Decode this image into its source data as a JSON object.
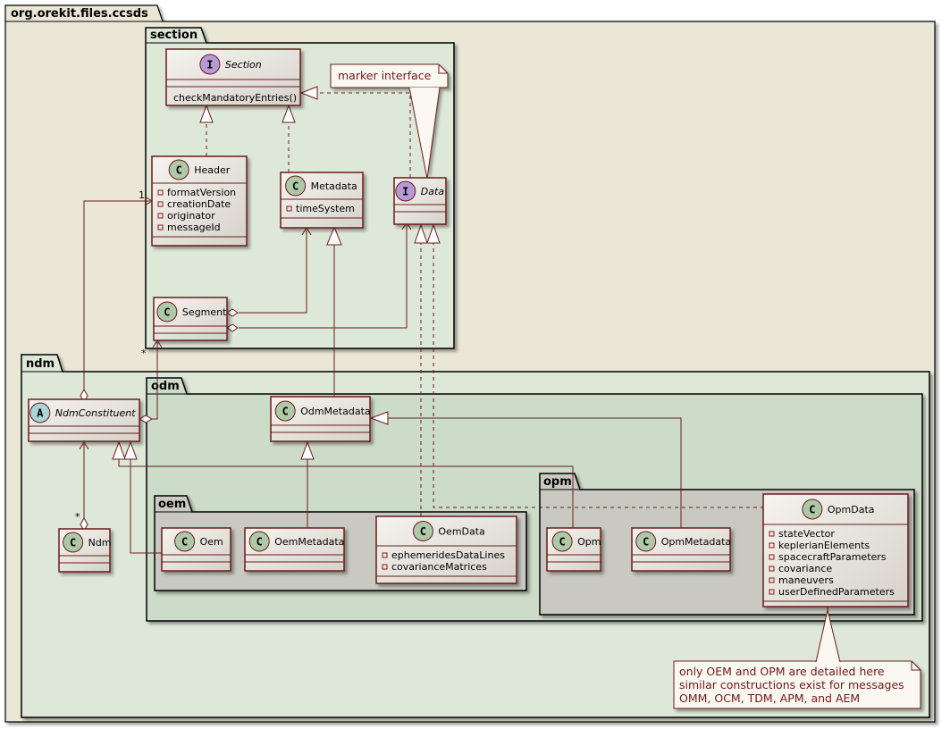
{
  "packages": {
    "root": "org.orekit.files.ccsds",
    "section": "section",
    "ndm": "ndm",
    "odm": "odm",
    "oem": "oem",
    "opm": "opm"
  },
  "classes": {
    "section": {
      "name": "Section",
      "stereotype": "I",
      "members": [
        "checkMandatoryEntries()"
      ]
    },
    "header": {
      "name": "Header",
      "stereotype": "C",
      "members": [
        "formatVersion",
        "creationDate",
        "originator",
        "messageId"
      ]
    },
    "metadata": {
      "name": "Metadata",
      "stereotype": "C",
      "members": [
        "timeSystem"
      ]
    },
    "data": {
      "name": "Data",
      "stereotype": "I",
      "members": []
    },
    "segment": {
      "name": "Segment",
      "stereotype": "C",
      "members": []
    },
    "ndm_constituent": {
      "name": "NdmConstituent",
      "stereotype": "A",
      "members": []
    },
    "ndm": {
      "name": "Ndm",
      "stereotype": "C",
      "members": []
    },
    "odm_metadata": {
      "name": "OdmMetadata",
      "stereotype": "C",
      "members": []
    },
    "oem": {
      "name": "Oem",
      "stereotype": "C",
      "members": []
    },
    "oem_metadata": {
      "name": "OemMetadata",
      "stereotype": "C",
      "members": []
    },
    "oem_data": {
      "name": "OemData",
      "stereotype": "C",
      "members": [
        "ephemeridesDataLines",
        "covarianceMatrices"
      ]
    },
    "opm": {
      "name": "Opm",
      "stereotype": "C",
      "members": []
    },
    "opm_metadata": {
      "name": "OpmMetadata",
      "stereotype": "C",
      "members": []
    },
    "opm_data": {
      "name": "OpmData",
      "stereotype": "C",
      "members": [
        "stateVector",
        "keplerianElements",
        "spacecraftParameters",
        "covariance",
        "maneuvers",
        "userDefinedParameters"
      ]
    }
  },
  "notes": {
    "marker": "marker interface",
    "detail": [
      "only OEM and OPM are detailed here",
      "similar constructions exist for messages",
      "OMM, OCM, TDM, APM, and AEM"
    ]
  },
  "multiplicities": {
    "header_end": "1",
    "segment_end": "*",
    "ndm_end": "*"
  },
  "colors": {
    "root_bg": "#eae7d6",
    "pkg_bg": "#dde8d8",
    "odm_bg": "#cddbc9",
    "inner_bg": "#c9c9c2",
    "line": "#6b1a1a",
    "class_circle": "#adc9a8",
    "interface_circle": "#b59ad6",
    "abstract_circle": "#a7d5d8",
    "note_bg": "#fbf8f1"
  }
}
